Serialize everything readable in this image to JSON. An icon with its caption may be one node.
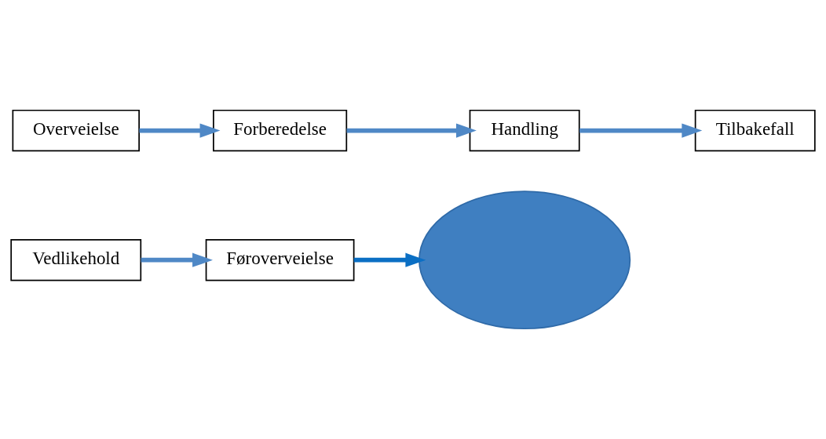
{
  "diagram": {
    "nodes": [
      {
        "text": [
          "Føroverveielse"
        ]
      },
      {
        "text": [
          "Vedlikehold"
        ]
      },
      {
        "text": [
          "Tilbakefall"
        ]
      },
      {
        "text": [],
        "shape": "ellipse"
      },
      {
        "text": [
          "Overveielse"
        ]
      },
      {
        "text": [
          "Forberedelse"
        ]
      },
      {
        "text": [
          "Handling"
        ]
      }
    ],
    "edges": [
      {
        "from": 0,
        "to": 3,
        "arrow": "to",
        "color": "#0b6fc4"
      },
      {
        "from": 1,
        "to": 0,
        "arrow": "to"
      },
      {
        "from": 4,
        "to": 5,
        "arrow": "to"
      },
      {
        "from": 5,
        "to": 6,
        "arrow": "to"
      },
      {
        "from": 6,
        "to": 2,
        "arrow": "to"
      }
    ]
  }
}
